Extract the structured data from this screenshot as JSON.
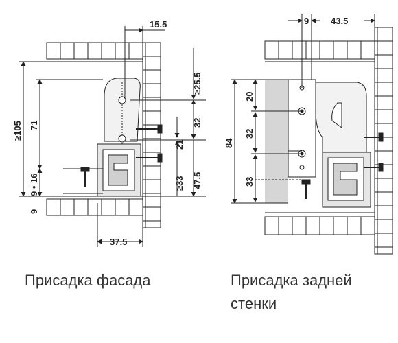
{
  "front_panel": {
    "caption": "Присадка фасада",
    "dims": {
      "top_offset": "15.5",
      "upper_gap": "≥25.5",
      "height_105": "≥105",
      "height_71": "71",
      "spacing_32": "32",
      "spacing_21": "21",
      "min_33": "≥33",
      "spacing_47_5": "47.5",
      "bottom_9_16": "9 • 16",
      "bottom_9": "9",
      "depth": "37.5"
    }
  },
  "back_panel": {
    "caption_line1": "Присадка задней",
    "caption_line2": "стенки",
    "dims": {
      "top_9": "9",
      "top_43_5": "43.5",
      "height_84": "84",
      "upper_20": "20",
      "spacing_32": "32",
      "lower_33": "33"
    }
  },
  "colors": {
    "line": "#222222",
    "hatch": "#999999",
    "shade": "#d6d6d6",
    "part": "#f2f2f2"
  }
}
